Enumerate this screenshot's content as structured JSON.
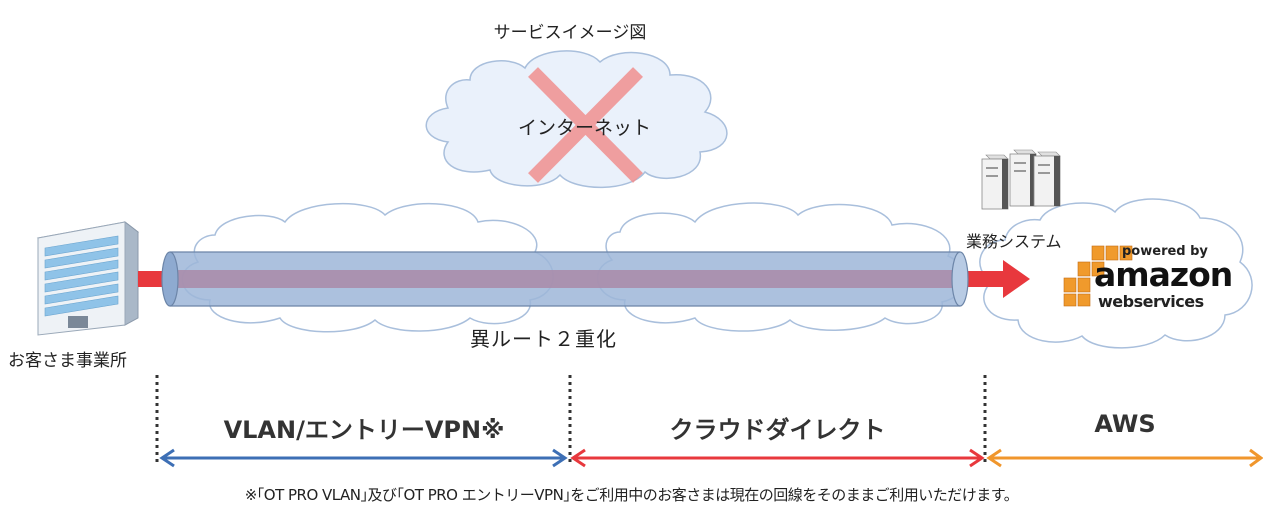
{
  "title": "サービスイメージ図",
  "internet_label": "インターネット",
  "office_label": "お客さま事業所",
  "route_label": "異ルート２重化",
  "business_system_label": "業務システム",
  "aws_logo": {
    "top": "powered by",
    "middle": "amazon",
    "bottom": "webservices"
  },
  "sections": [
    {
      "label": "VLAN/エントリーVPN※",
      "color": "#3d6fb5"
    },
    {
      "label": "クラウドダイレクト",
      "color": "#e8383d"
    },
    {
      "label": "AWS",
      "color": "#f0962c"
    }
  ],
  "footnote": "※｢OT PRO VLAN｣及び｢OT PRO エントリーVPN｣をご利用中のお客さまは現在の回線をそのままご利用いただけます。",
  "colors": {
    "pipe": "#9db6d8",
    "pipe_core": "#a98aa8",
    "red_arrow": "#e8383d",
    "cross": "#f08a8a",
    "aws_orange": "#f09a2c"
  }
}
